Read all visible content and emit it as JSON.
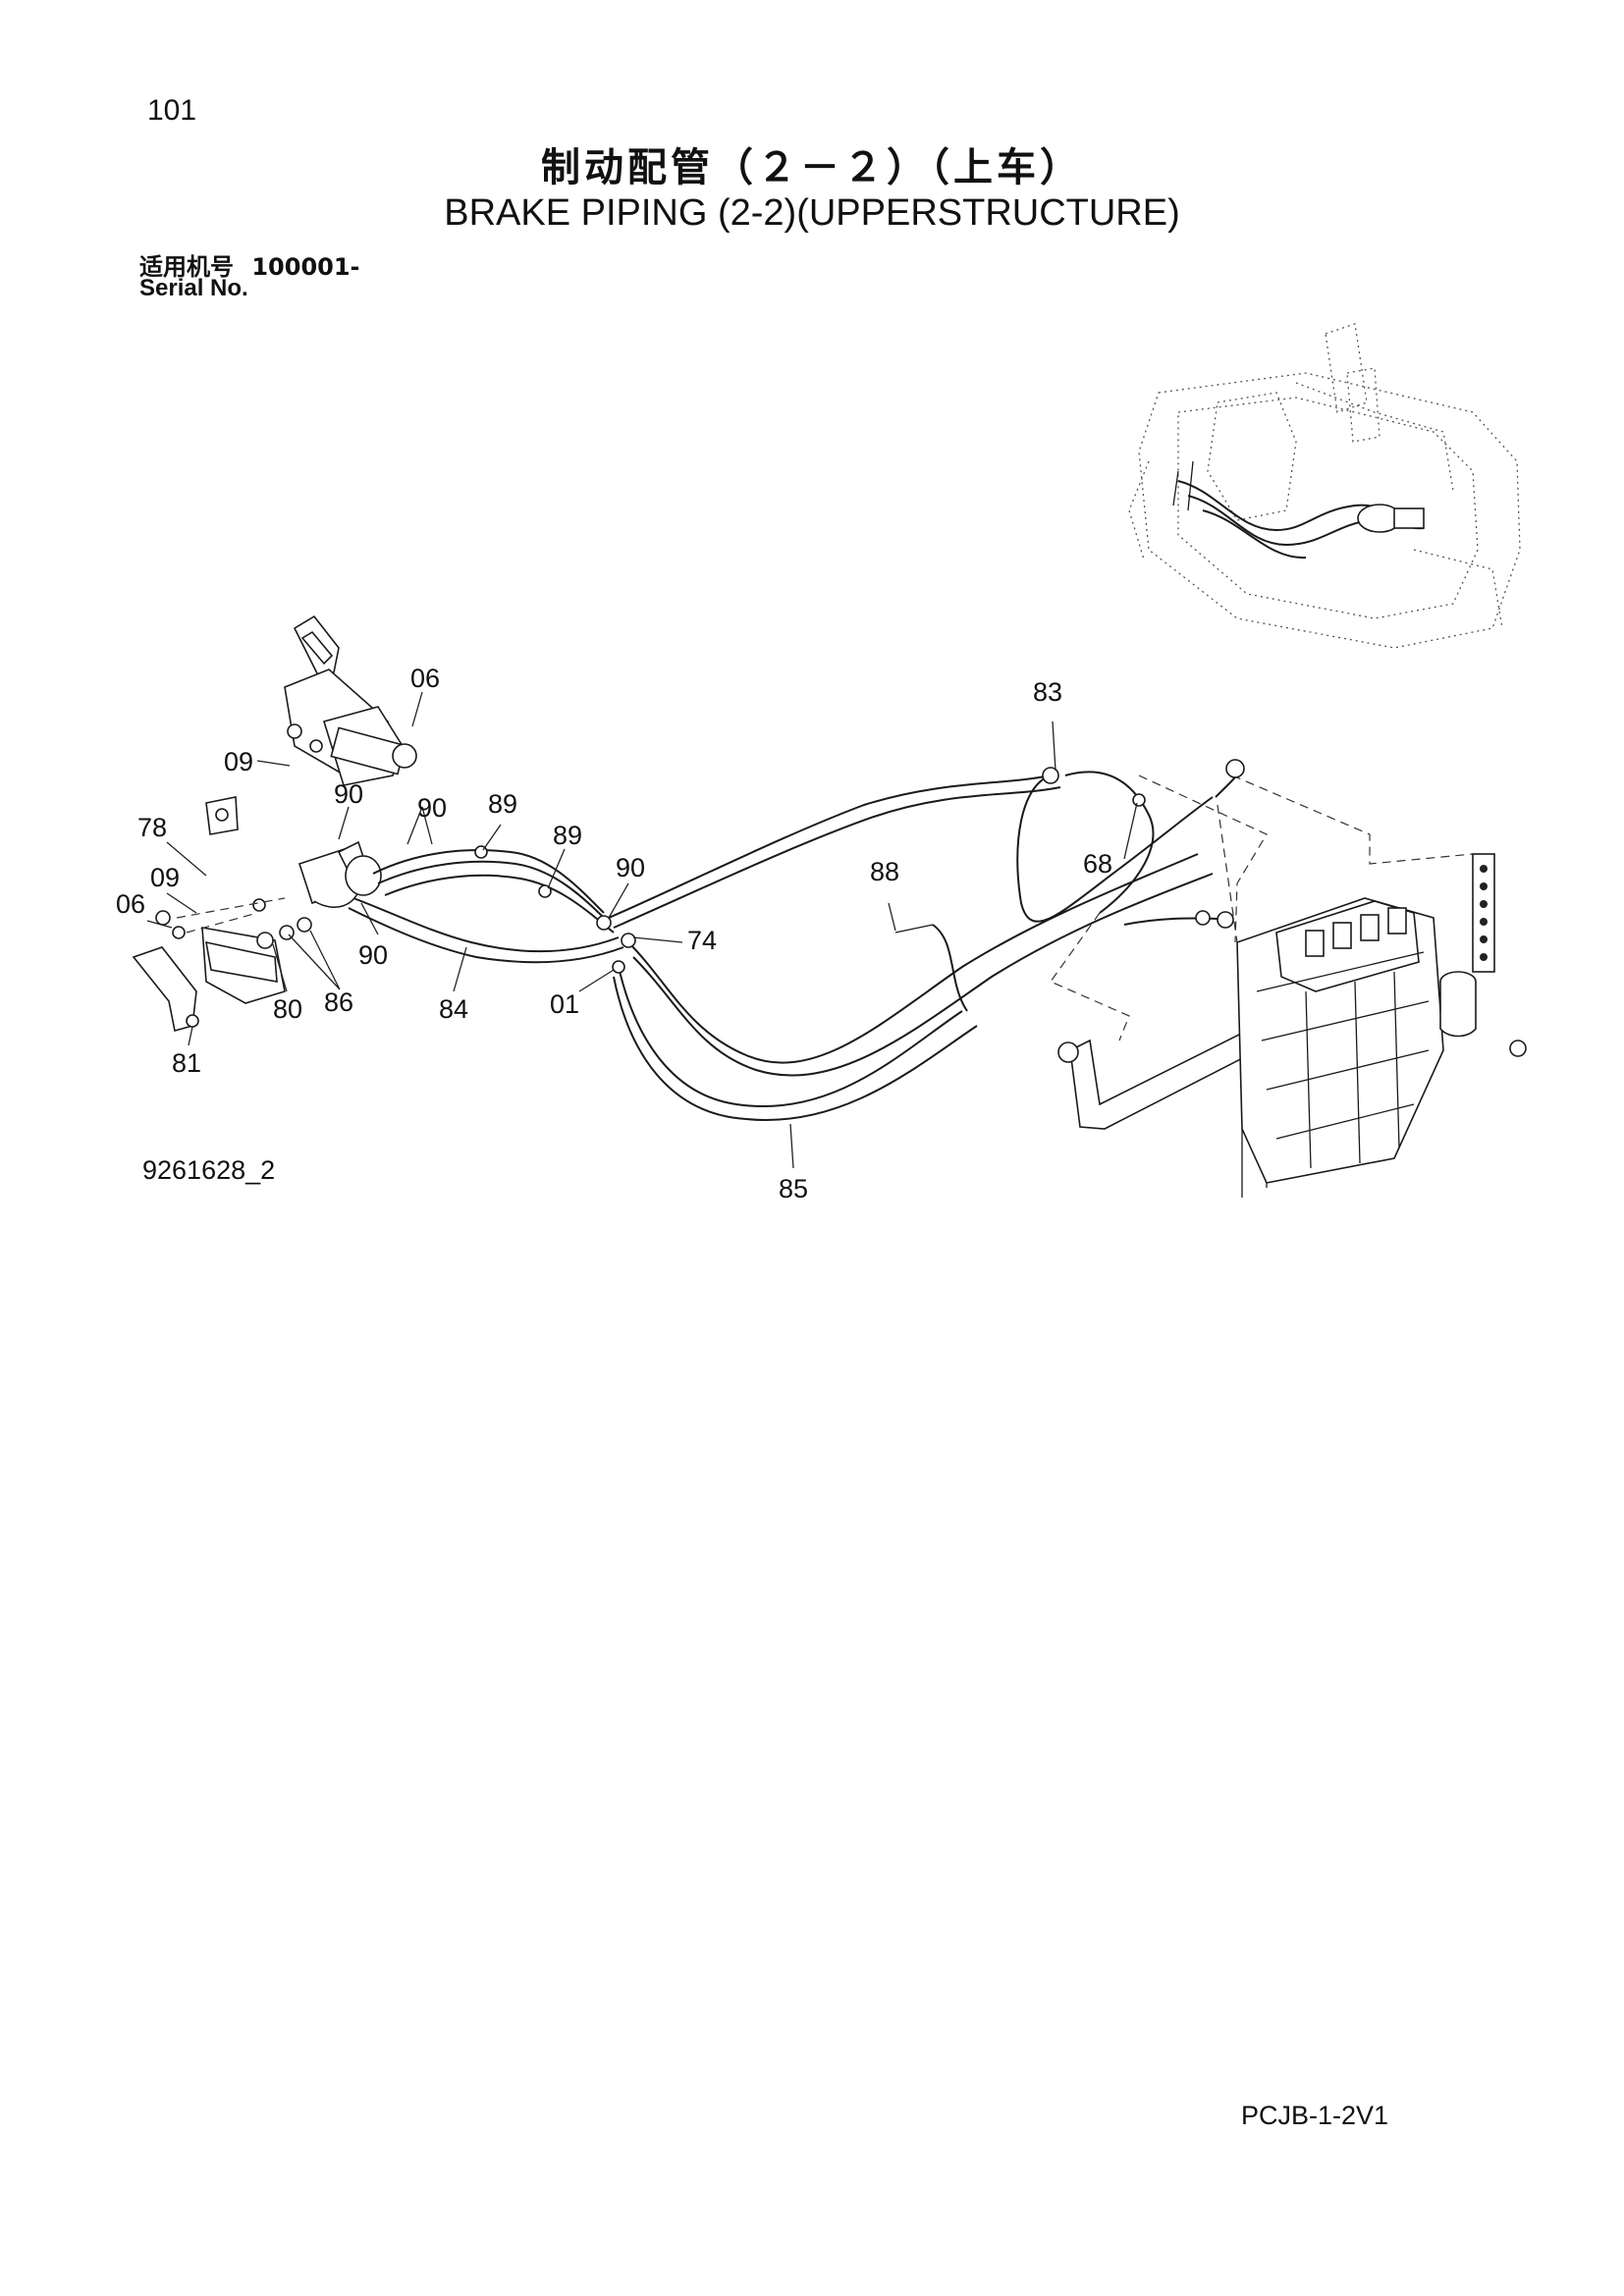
{
  "page": {
    "number": "101",
    "title_cn": "制动配管（２－２）（上车）",
    "title_en": "BRAKE PIPING (2-2)(UPPERSTRUCTURE)",
    "serial_label_cn": "适用机号",
    "serial_value": "100001-",
    "serial_label_en": "Serial No.",
    "figure_code": "9261628_2",
    "document_code": "PCJB-1-2V1"
  },
  "diagram": {
    "callouts": {
      "c06a": "06",
      "c09a": "09",
      "c90a": "90",
      "c90b": "90",
      "c89a": "89",
      "c89b": "89",
      "c90c": "90",
      "c78": "78",
      "c09b": "09",
      "c06b": "06",
      "c90d": "90",
      "c74": "74",
      "c83": "83",
      "c68": "68",
      "c88": "88",
      "c80": "80",
      "c86": "86",
      "c84": "84",
      "c01": "01",
      "c81": "81",
      "c85": "85"
    }
  }
}
